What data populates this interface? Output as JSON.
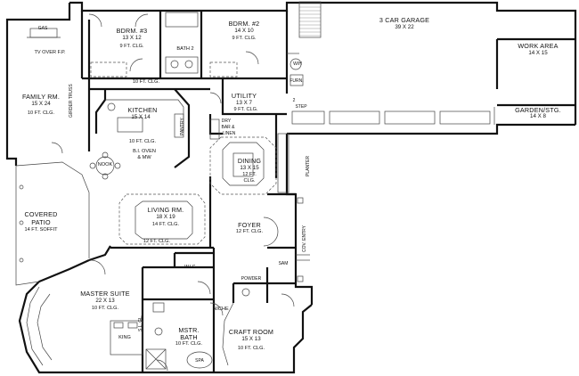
{
  "rooms": {
    "bdrm3": {
      "name": "BDRM. #3",
      "dims": "13 X 12",
      "clg": "9 FT. CLG."
    },
    "bath2": {
      "name": "BATH 2"
    },
    "bdrm2": {
      "name": "BDRM. #2",
      "dims": "14 X 10",
      "clg": "9 FT. CLG."
    },
    "garage": {
      "name": "3 CAR GARAGE",
      "dims": "39 X 22"
    },
    "work": {
      "name": "WORK AREA",
      "dims": "14 X 15"
    },
    "garden": {
      "name": "GARDEN/STG.",
      "dims": "14 X 8"
    },
    "family": {
      "name": "FAMILY RM.",
      "dims": "15 X 24",
      "clg": "10 FT. CLG.",
      "tv": "TV OVER F.P."
    },
    "hall_clg": {
      "clg": "10 FT. CLG."
    },
    "utility": {
      "name": "UTILITY",
      "dims": "13 X 7",
      "clg": "9 FT. CLG."
    },
    "kitchen": {
      "name": "KITCHEN",
      "dims": "15 X 14",
      "clg": "10 FT. CLG.",
      "oven": "B.I. OVEN",
      "mw": "& MW",
      "pantry": "PANTRY"
    },
    "drybar": {
      "line1": "DRY",
      "line2": "BAR &",
      "line3": "LINEN"
    },
    "dining": {
      "name": "DINING",
      "dims": "13 X 15",
      "clg1": "12 FT.",
      "clg2": "CLG."
    },
    "nook": {
      "name": "NOOK"
    },
    "patio": {
      "name": "COVERED",
      "name2": "PATIO",
      "note": "14 FT. SOFFIT"
    },
    "living": {
      "name": "LIVING RM.",
      "dims": "18 X 19",
      "clg": "14 FT. CLG.",
      "clg2": "12 FT. CLG."
    },
    "foyer": {
      "name": "FOYER",
      "clg": "12 FT. CLG."
    },
    "wic": {
      "name": "W.I.C."
    },
    "entry": {
      "name": "COV. ENTRY"
    },
    "master": {
      "name": "MASTER SUITE",
      "dims": "22 X 13",
      "clg": "10 FT. CLG.",
      "bed": "KING"
    },
    "mbath": {
      "name": "MSTR.",
      "name2": "BATH",
      "clg": "10 FT. CLG."
    },
    "powder": {
      "name": "POWDER"
    },
    "craft": {
      "name": "CRAFT ROOM",
      "dims": "15 X 13",
      "clg": "10 FT. CLG."
    }
  },
  "misc": {
    "girder": "GIRDER TRUSS",
    "planter": "PLANTER",
    "step": "2",
    "step2": "STEP",
    "furn": "FURN.",
    "wh": "W/H",
    "niche": "NICHE",
    "sgl": "S.L. GL.",
    "spa": "SPA",
    "gas": "GAS",
    "sam": "SAM"
  }
}
